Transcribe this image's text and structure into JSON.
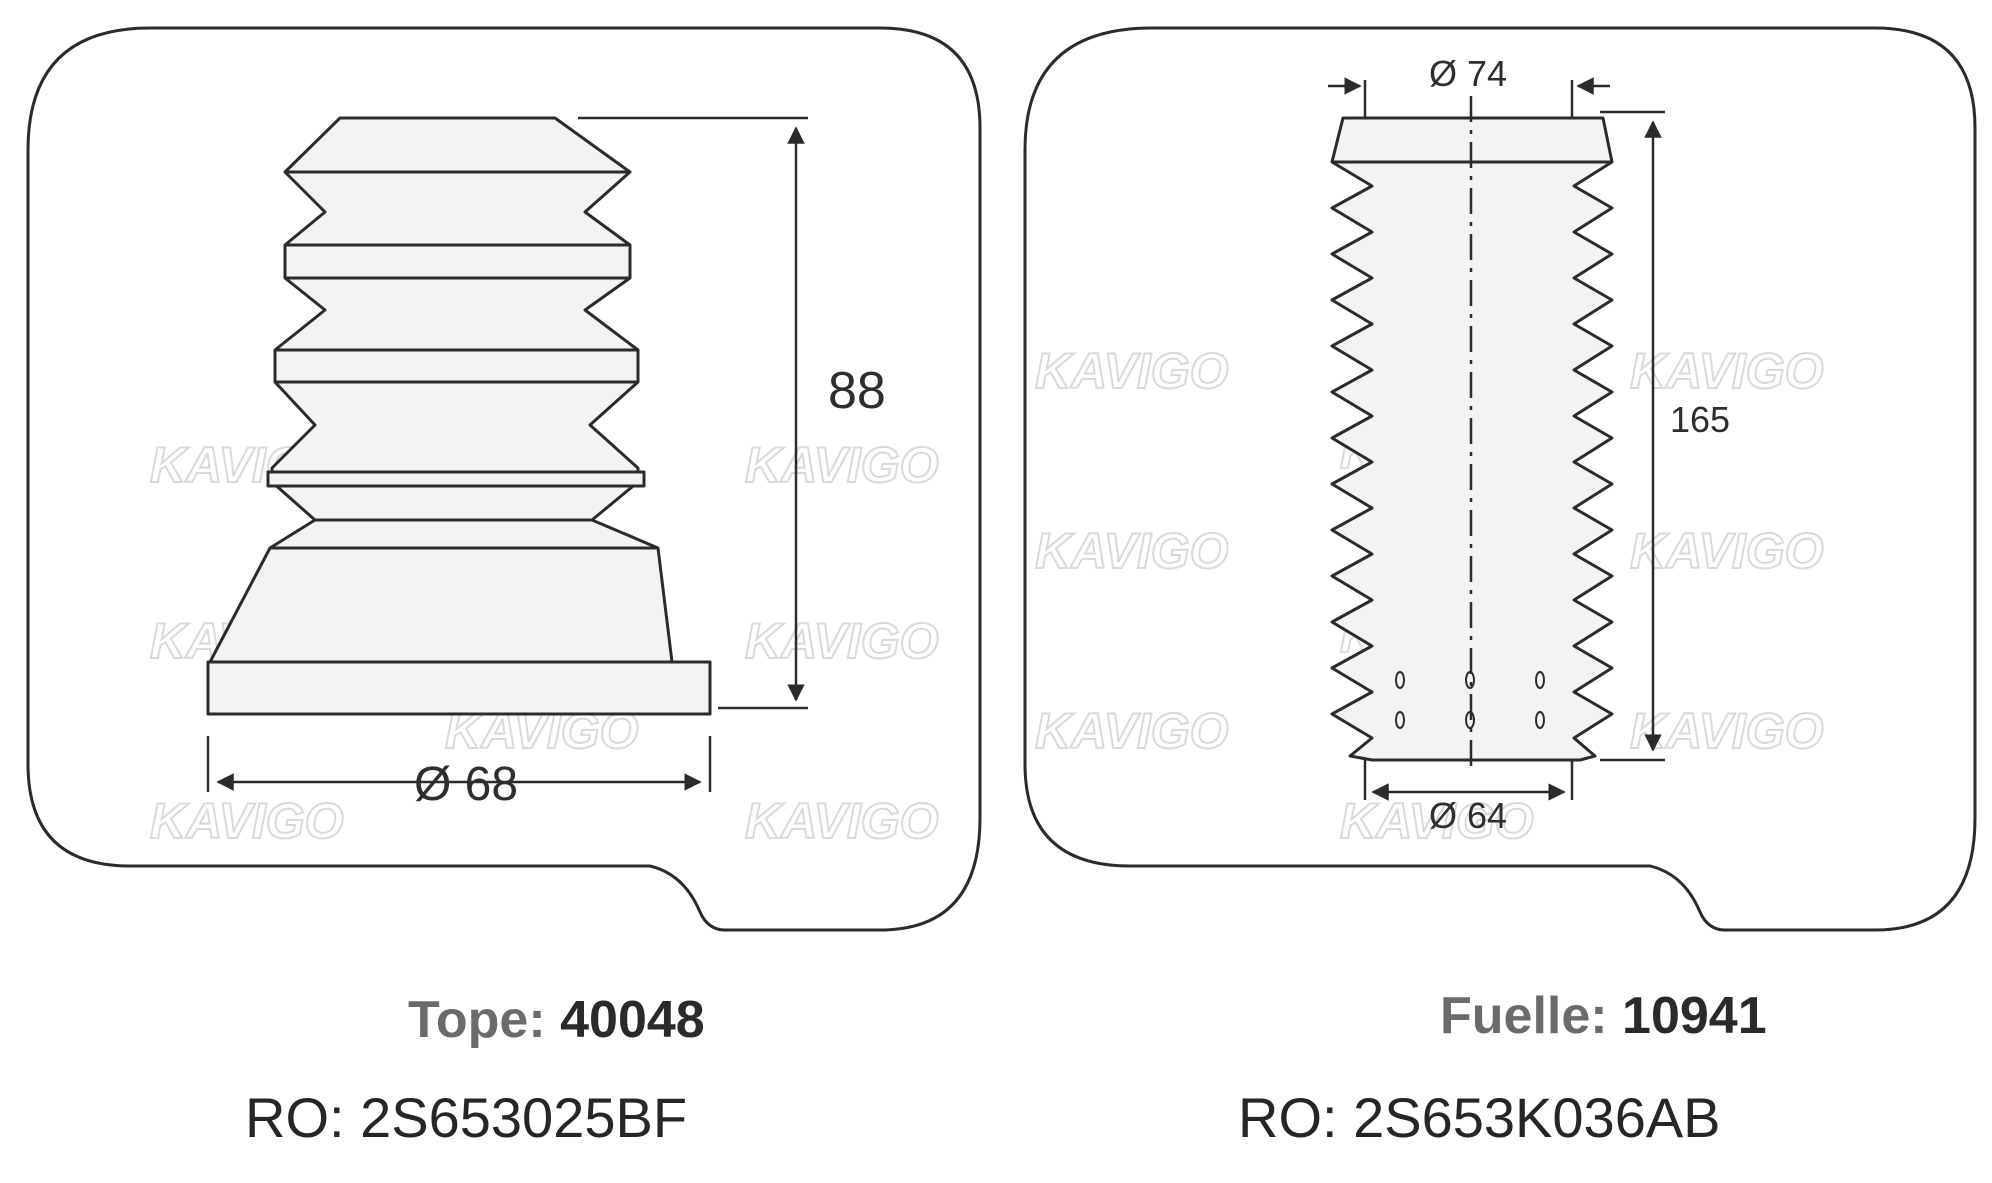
{
  "watermark": "KAVIGO",
  "parts": [
    {
      "id": "tope",
      "dims": {
        "height": "88",
        "diameter": "Ø 68"
      },
      "caption": {
        "label": "Tope:",
        "code": "40048",
        "ref": "RO: 2S653025BF"
      }
    },
    {
      "id": "fuelle",
      "dims": {
        "top_diameter": "Ø 74",
        "height": "165",
        "bottom_diameter": "Ø 64"
      },
      "caption": {
        "label": "Fuelle:",
        "code": "10941",
        "ref": "RO: 2S653K036AB"
      }
    }
  ],
  "colors": {
    "outline": "#2b2b2b",
    "part_fill": "#f3f3f3",
    "watermark": "#d9d9d9",
    "label_gray": "#6b6b6b"
  }
}
